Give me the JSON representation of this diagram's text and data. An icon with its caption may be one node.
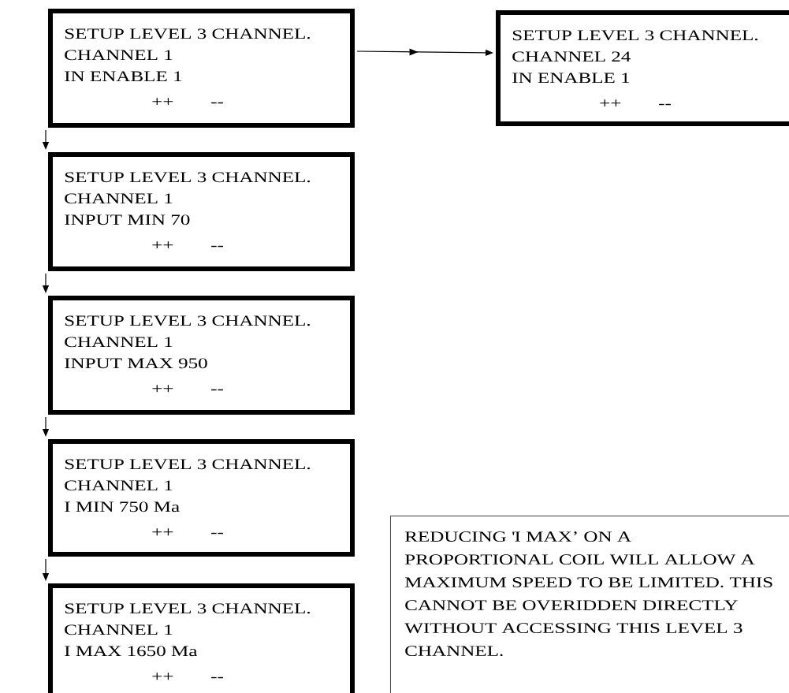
{
  "diagram": {
    "nodes": [
      {
        "text": [
          "SETUP LEVEL 3 CHANNEL.",
          "CHANNEL 1",
          "IN ENABLE 1",
          "++",
          "--"
        ]
      },
      {
        "text": [
          "SETUP LEVEL 3 CHANNEL.",
          "CHANNEL 24",
          "IN ENABLE 1",
          "++",
          "--"
        ]
      },
      {
        "text": [
          "SETUP LEVEL 3 CHANNEL.",
          "CHANNEL 1",
          "INPUT MIN 70",
          "++",
          "--"
        ]
      },
      {
        "text": [
          "SETUP LEVEL 3 CHANNEL.",
          "CHANNEL 1",
          "INPUT MAX 950",
          "++",
          "--"
        ]
      },
      {
        "text": [
          "SETUP LEVEL 3 CHANNEL.",
          "CHANNEL 1",
          "I MIN 750 Ma",
          "++",
          "--"
        ]
      },
      {
        "text": [
          "SETUP LEVEL 3 CHANNEL.",
          "CHANNEL 1",
          "I MAX 1650 Ma",
          "++",
          "--"
        ]
      },
      {
        "text": [
          "REDUCING 'I MAX’ ON A PROPORTIONAL COIL WILL ALLOW A MAXIMUM SPEED TO BE LIMITED. THIS CANNOT BE OVERIDDEN DIRECTLY WITHOUT ACCESSING THIS LEVEL 3 CHANNEL."
        ]
      }
    ],
    "edges": [
      {
        "from": 0,
        "to": 1,
        "arrow": "to"
      },
      {
        "from": 0,
        "to": 2,
        "arrow": "to"
      },
      {
        "from": 2,
        "to": 3,
        "arrow": "to"
      },
      {
        "from": 3,
        "to": 4,
        "arrow": "to"
      },
      {
        "from": 4,
        "to": 5,
        "arrow": "to"
      }
    ]
  }
}
